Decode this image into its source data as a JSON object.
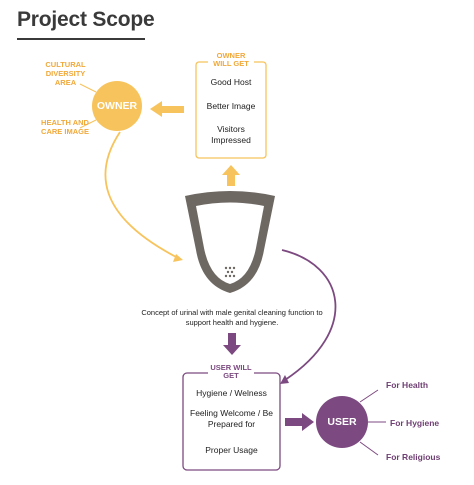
{
  "title": "Project Scope",
  "owner": {
    "circle_label": "OWNER",
    "left_labels": [
      "CULTURAL DIVERSITY AREA",
      "HEALTH AND CARE IMAGE"
    ],
    "box_heading": "OWNER WILL GET",
    "box_items": [
      "Good Host",
      "Better Image",
      "Visitors Impressed"
    ]
  },
  "caption": "Concept of urinal with male genital cleaning function to support health and hygiene.",
  "user": {
    "circle_label": "USER",
    "box_heading": "USER WILL GET",
    "box_items": [
      "Hygiene / Welness",
      "Feeling Welcome / Be Prepared for",
      "Proper Usage"
    ],
    "right_labels": [
      "For Health",
      "For Hygiene",
      "For Religious"
    ]
  },
  "colors": {
    "orange": "#f7c35c",
    "orange_text": "#f0a93a",
    "purple": "#7c4a80",
    "urinal_outer": "#6e6863",
    "urinal_inner": "#ffffff"
  }
}
